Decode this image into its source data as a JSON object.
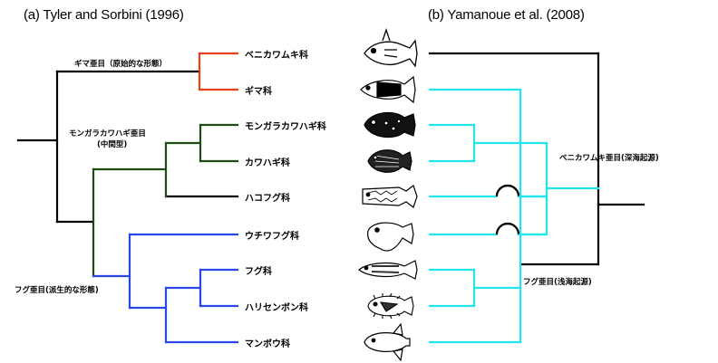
{
  "panel_a": {
    "title": "(a) Tyler and Sorbini (1996)",
    "clades": {
      "giss": "ギマ亜目（原始的な形態）",
      "mongara_1": "モンガラカワハギ亜目",
      "mongara_2": "(中間型)",
      "fugu": "フグ亜目(派生的な形態)"
    }
  },
  "panel_b": {
    "title": "(b) Yamanoue et al. (2008)",
    "clades": {
      "benikawa": "ベニカワムキ亜目(深海起源)",
      "fugu": "フグ亜目(浅海起源)"
    }
  },
  "taxa": [
    {
      "label": "ベニカワムキ科",
      "icon": "spikefish-icon"
    },
    {
      "label": "ギマ科",
      "icon": "triplespine-icon"
    },
    {
      "label": "モンガラカワハギ科",
      "icon": "triggerfish-icon"
    },
    {
      "label": "カワハギ科",
      "icon": "filefish-icon"
    },
    {
      "label": "ハコフグ科",
      "icon": "boxfish-icon"
    },
    {
      "label": "ウチワフグ科",
      "icon": "threetooth-puffer-icon"
    },
    {
      "label": "フグ科",
      "icon": "puffer-icon"
    },
    {
      "label": "ハリセンボン科",
      "icon": "porcupinefish-icon"
    },
    {
      "label": "マンボウ科",
      "icon": "sunfish-icon"
    }
  ],
  "colors": {
    "giss": "#e8401c",
    "mongara": "#1e4d14",
    "fugu_a": "#2a48e8",
    "fugu_b": "#22e6ee",
    "line": "#000000"
  }
}
